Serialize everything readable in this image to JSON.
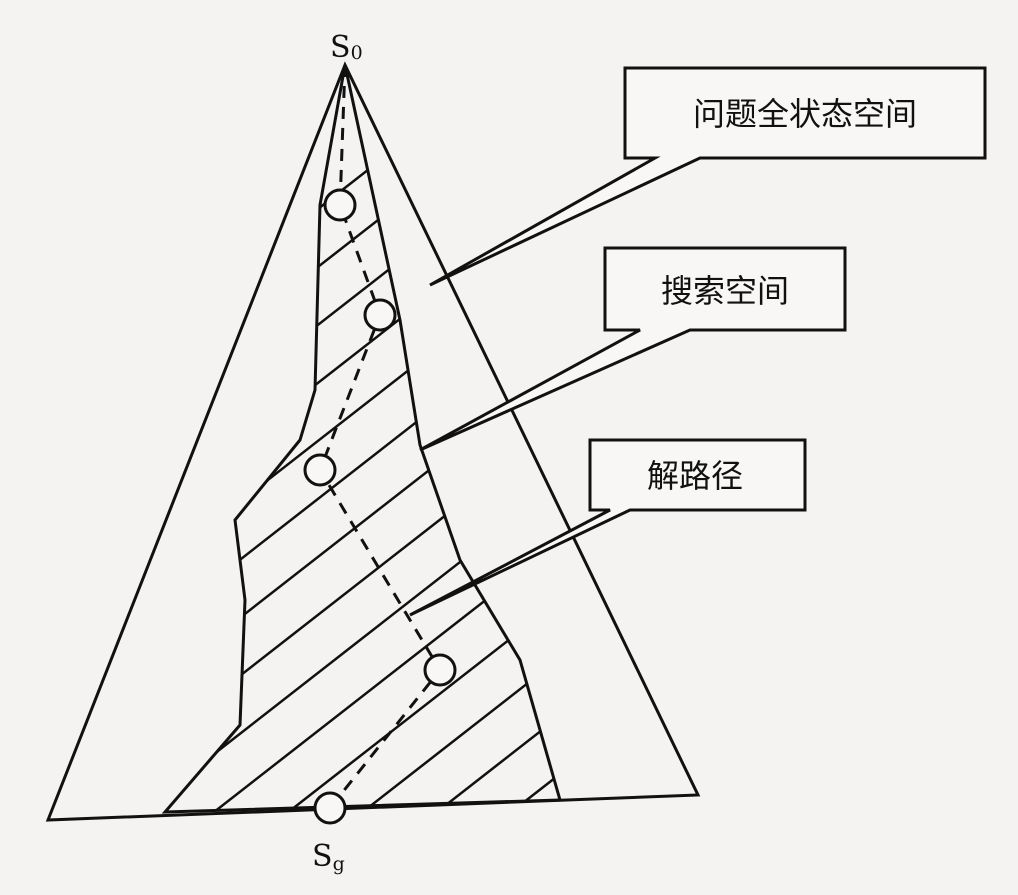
{
  "diagram": {
    "start_label": {
      "main": "S",
      "sub": "0"
    },
    "goal_label": {
      "main": "S",
      "sub": "g"
    },
    "callouts": [
      {
        "text": "问题全状态空间"
      },
      {
        "text": "搜索空间"
      },
      {
        "text": "解路径"
      }
    ],
    "colors": {
      "stroke": "#111111",
      "background": "#f4f3f1"
    }
  }
}
